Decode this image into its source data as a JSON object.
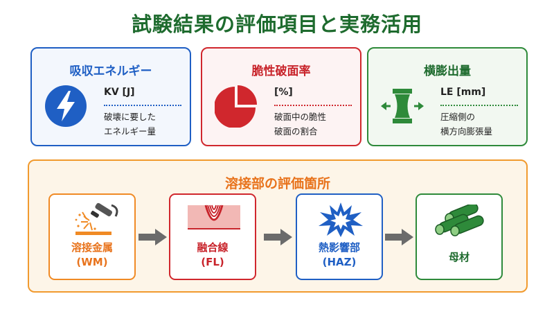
{
  "title": "試験結果の評価項目と実務活用",
  "cards": [
    {
      "title": "吸収エネルギー",
      "unit": "KV [J]",
      "desc": [
        "破壊に要した",
        "エネルギー量"
      ],
      "icon": "lightning-icon"
    },
    {
      "title": "脆性破面率",
      "unit": "[%]",
      "desc": [
        "破面中の脆性",
        "破面の割合"
      ],
      "icon": "pie-chart-icon"
    },
    {
      "title": "横膨出量",
      "unit": "LE [mm]",
      "desc": [
        "圧縮側の",
        "横方向膨張量"
      ],
      "icon": "lateral-expansion-icon"
    }
  ],
  "locations": {
    "title": "溶接部の評価箇所",
    "items": [
      {
        "label": [
          "溶接金属",
          "(WM)"
        ],
        "icon": "welding-torch-icon"
      },
      {
        "label": [
          "融合線",
          "(FL)"
        ],
        "icon": "weld-bead-icon"
      },
      {
        "label": [
          "熱影響部",
          "(HAZ)"
        ],
        "icon": "burst-icon"
      },
      {
        "label": [
          "母材"
        ],
        "icon": "steel-bars-icon"
      }
    ]
  },
  "colors": {
    "blue": "#1f5fc4",
    "red": "#d0272d",
    "green": "#2e8a3a",
    "orange": "#f08a24",
    "title_green": "#1e6b2e"
  }
}
